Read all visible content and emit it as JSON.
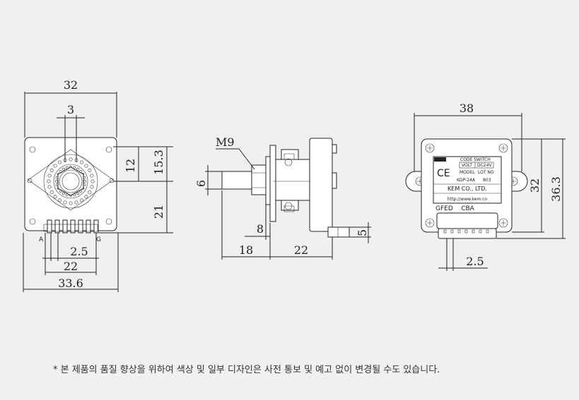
{
  "front_view": {
    "dims": {
      "width_top": "32",
      "gap": "3",
      "right_upper": "15.3",
      "right_inner": "12",
      "right_lower": "21",
      "pitch": "2.5",
      "pins_span": "22",
      "width_total": "33.6"
    },
    "pins": {
      "left": "A",
      "right": "G"
    }
  },
  "side_view": {
    "dims": {
      "thread": "M9",
      "shaft_dia": "6",
      "shaft_len": "8",
      "front_len": "18",
      "rear_len": "22",
      "pin_len": "5"
    }
  },
  "rear_view": {
    "dims": {
      "width": "38",
      "height": "32",
      "height_total": "36.3",
      "pitch": "2.5"
    },
    "label": {
      "title": "CODE SWITCH",
      "volt": "VOLT",
      "volt_value": "DC24V",
      "model": "MODEL",
      "lot": "LOT NO",
      "ce": "CE",
      "model_no": "KDP-24A",
      "lot_no": "803",
      "company": "KEM CO., LTD.",
      "url": "http://www.kem.co",
      "pins": "GFED    CBA"
    }
  },
  "notice": "* 본 제품의 품질 향상을 위하여 색상 및 일부 디자인은 사전 통보 및 예고 없이 변경될 수도 있습니다."
}
